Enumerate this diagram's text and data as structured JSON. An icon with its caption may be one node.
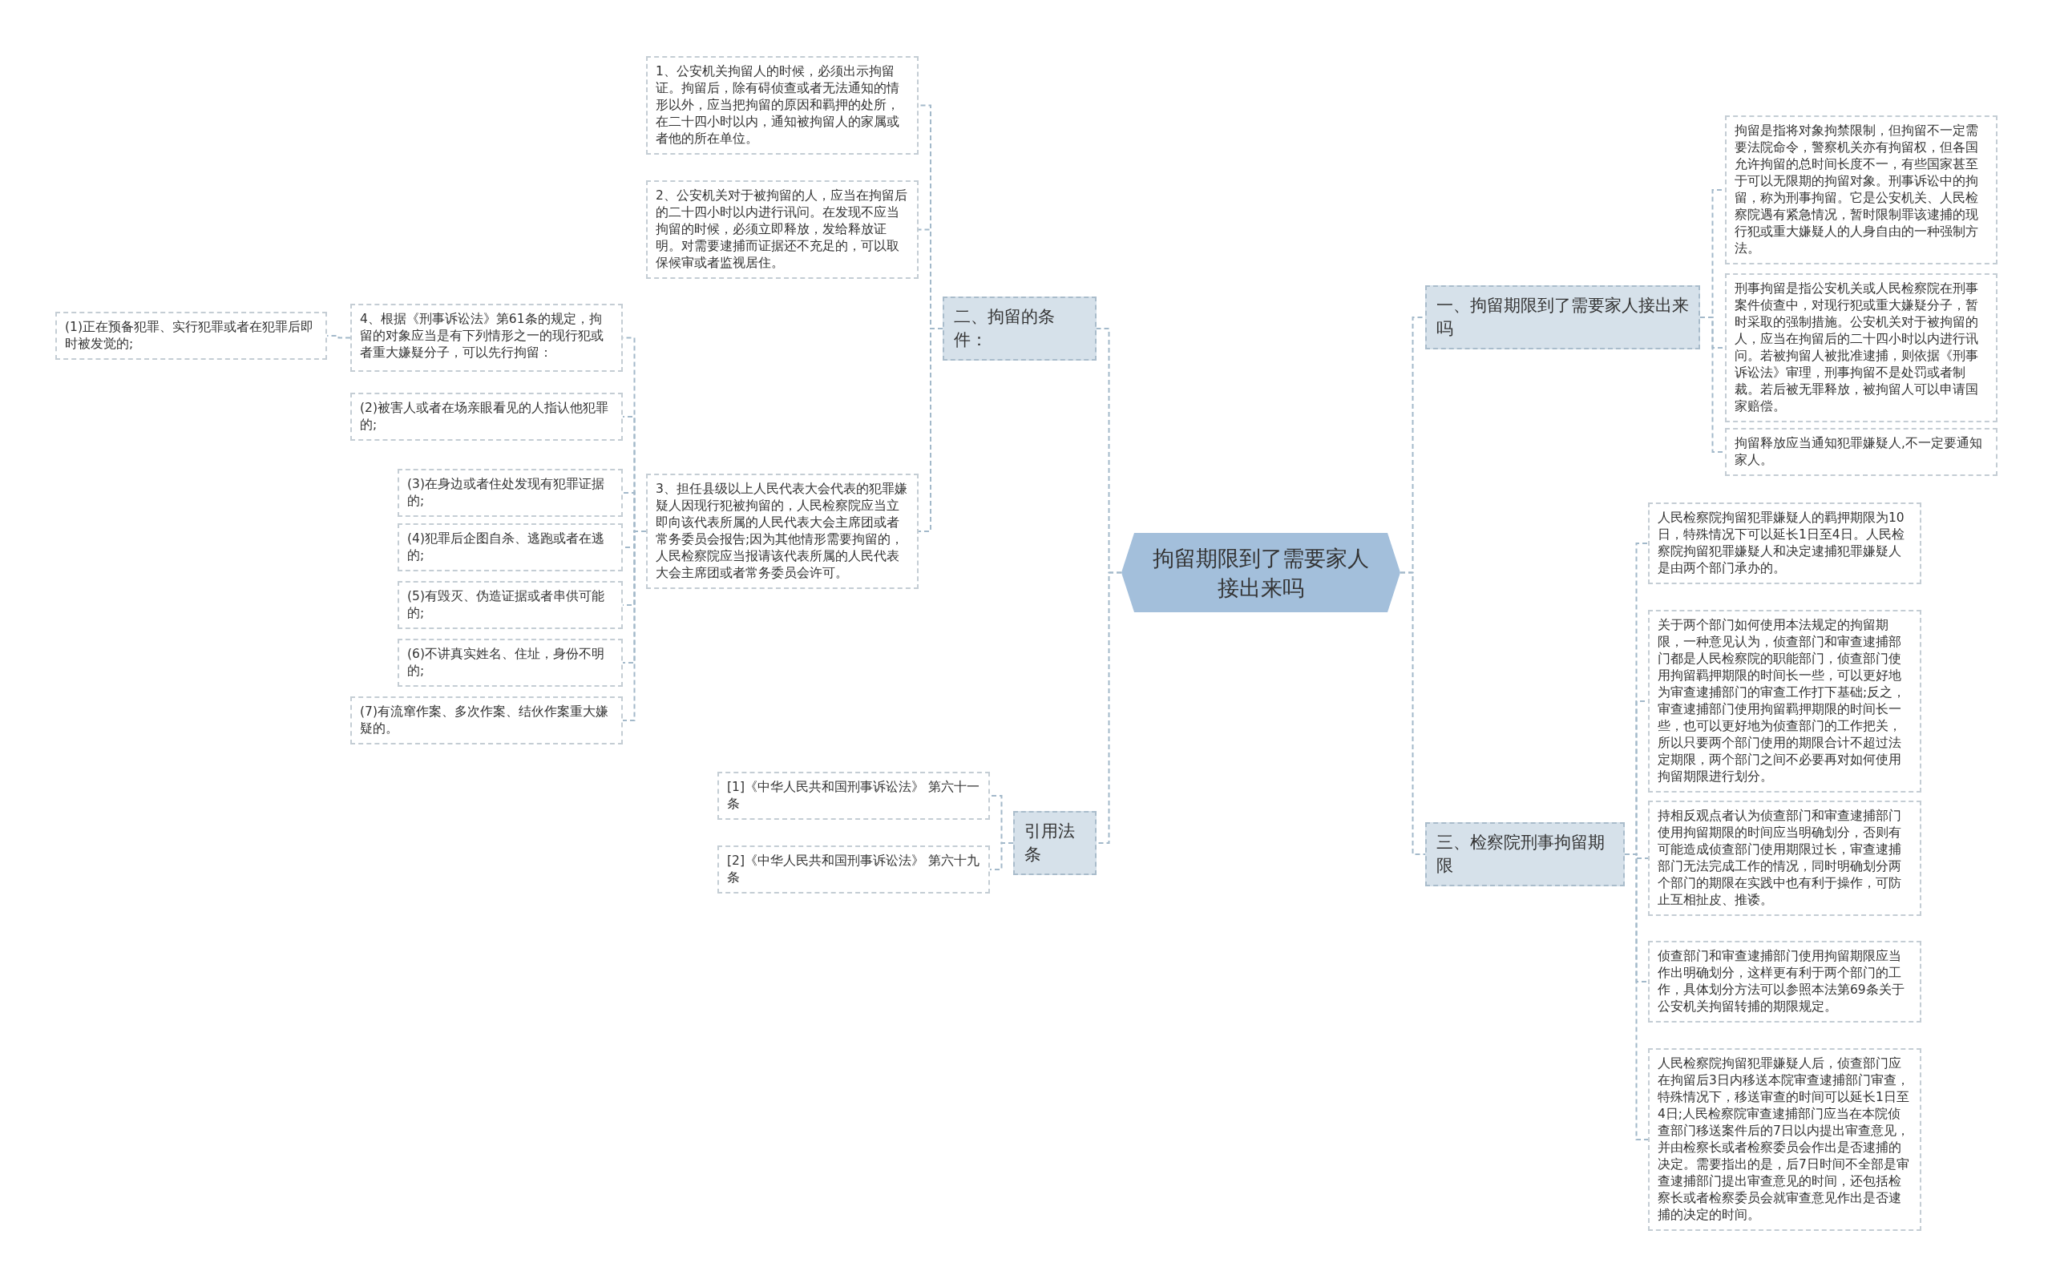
{
  "diagram": {
    "nodes": [
      {
        "text": [
          "拘留期限到了需要家人接出来吗"
        ]
      },
      {
        "text": [
          "二、拘留的条件："
        ]
      },
      {
        "text": [
          "1、公安机关拘留人的时候，必须出示拘留证。拘留后，除有碍侦查或者无法通知的情形以外，应当把拘留的原因和羁押的处所，在二十四小时以内，通知被拘留人的家属或者他的所在单位。"
        ]
      },
      {
        "text": [
          "2、公安机关对于被拘留的人，应当在拘留后的二十四小时以内进行讯问。在发现不应当拘留的时候，必须立即释放，发给释放证明。对需要逮捕而证据还不充足的，可以取保候审或者监视居住。"
        ]
      },
      {
        "text": [
          "4、根据《刑事诉讼法》第61条的规定，拘留的对象应当是有下列情形之一的现行犯或者重大嫌疑分子，可以先行拘留："
        ]
      },
      {
        "text": [
          "(1)正在预备犯罪、实行犯罪或者在犯罪后即时被发觉的;"
        ]
      },
      {
        "text": [
          "(2)被害人或者在场亲眼看见的人指认他犯罪的;"
        ]
      },
      {
        "text": [
          "(3)在身边或者住处发现有犯罪证据的;"
        ]
      },
      {
        "text": [
          "(4)犯罪后企图自杀、逃跑或者在逃的;"
        ]
      },
      {
        "text": [
          "(5)有毁灭、伪造证据或者串供可能的;"
        ]
      },
      {
        "text": [
          "(6)不讲真实姓名、住址，身份不明的;"
        ]
      },
      {
        "text": [
          "(7)有流窜作案、多次作案、结伙作案重大嫌疑的。"
        ]
      },
      {
        "text": [
          "3、担任县级以上人民代表大会代表的犯罪嫌疑人因现行犯被拘留的，人民检察院应当立即向该代表所属的人民代表大会主席团或者常务委员会报告;因为其他情形需要拘留的，人民检察院应当报请该代表所属的人民代表大会主席团或者常务委员会许可。"
        ]
      },
      {
        "text": [
          "引用法条"
        ]
      },
      {
        "text": [
          "[1]《中华人民共和国刑事诉讼法》 第六十一条"
        ]
      },
      {
        "text": [
          "[2]《中华人民共和国刑事诉讼法》 第六十九条"
        ]
      },
      {
        "text": [
          "一、拘留期限到了需要家人接出来吗"
        ]
      },
      {
        "text": [
          "拘留是指将对象拘禁限制，但拘留不一定需要法院命令，警察机关亦有拘留权，但各国允许拘留的总时间长度不一，有些国家甚至于可以无限期的拘留对象。刑事诉讼中的拘留，称为刑事拘留。它是公安机关、人民检察院遇有紧急情况，暂时限制罪该逮捕的现行犯或重大嫌疑人的人身自由的一种强制方法。"
        ]
      },
      {
        "text": [
          "刑事拘留是指公安机关或人民检察院在刑事案件侦查中，对现行犯或重大嫌疑分子，暂时采取的强制措施。公安机关对于被拘留的人，应当在拘留后的二十四小时以内进行讯问。若被拘留人被批准逮捕，则依据《刑事诉讼法》审理，刑事拘留不是处罚或者制裁。若后被无罪释放，被拘留人可以申请国家赔偿。"
        ]
      },
      {
        "text": [
          "拘留释放应当通知犯罪嫌疑人,不一定要通知家人。"
        ]
      },
      {
        "text": [
          "三、检察院刑事拘留期限"
        ]
      },
      {
        "text": [
          "人民检察院拘留犯罪嫌疑人的羁押期限为10日，特殊情况下可以延长1日至4日。人民检察院拘留犯罪嫌疑人和决定逮捕犯罪嫌疑人是由两个部门承办的。"
        ]
      },
      {
        "text": [
          "关于两个部门如何使用本法规定的拘留期限，一种意见认为，侦查部门和审查逮捕部门都是人民检察院的职能部门，侦查部门使用拘留羁押期限的时间长一些，可以更好地为审查逮捕部门的审查工作打下基础;反之，审查逮捕部门使用拘留羁押期限的时间长一些，也可以更好地为侦查部门的工作把关，所以只要两个部门使用的期限合计不超过法定期限，两个部门之间不必要再对如何使用拘留期限进行划分。"
        ]
      },
      {
        "text": [
          "持相反观点者认为侦查部门和审查逮捕部门使用拘留期限的时间应当明确划分，否则有可能造成侦查部门使用期限过长，审查逮捕部门无法完成工作的情况，同时明确划分两个部门的期限在实践中也有利于操作，可防止互相扯皮、推诿。"
        ]
      },
      {
        "text": [
          "侦查部门和审查逮捕部门使用拘留期限应当作出明确划分，这样更有利于两个部门的工作，具体划分方法可以参照本法第69条关于公安机关拘留转捕的期限规定。"
        ]
      },
      {
        "text": [
          "人民检察院拘留犯罪嫌疑人后，侦查部门应在拘留后3日内移送本院审查逮捕部门审查，特殊情况下，移送审查的时间可以延长1日至4日;人民检察院审查逮捕部门应当在本院侦查部门移送案件后的7日以内提出审查意见，并由检察长或者检察委员会作出是否逮捕的决定。需要指出的是，后7日时间不全部是审查逮捕部门提出审查意见的时间，还包括检察长或者检察委员会就审查意见作出是否逮捕的决定的时间。"
        ]
      }
    ],
    "edges": [
      {
        "from": 0,
        "to": 1,
        "arrow": "none"
      },
      {
        "from": 1,
        "to": 2,
        "arrow": "none"
      },
      {
        "from": 1,
        "to": 3,
        "arrow": "none"
      },
      {
        "from": 4,
        "to": 5,
        "arrow": "none"
      },
      {
        "from": 12,
        "to": 4,
        "arrow": "none"
      },
      {
        "from": 12,
        "to": 6,
        "arrow": "none"
      },
      {
        "from": 12,
        "to": 7,
        "arrow": "none"
      },
      {
        "from": 12,
        "to": 8,
        "arrow": "none"
      },
      {
        "from": 12,
        "to": 9,
        "arrow": "none"
      },
      {
        "from": 12,
        "to": 10,
        "arrow": "none"
      },
      {
        "from": 12,
        "to": 11,
        "arrow": "none"
      },
      {
        "from": 1,
        "to": 12,
        "arrow": "none"
      },
      {
        "from": 0,
        "to": 13,
        "arrow": "none"
      },
      {
        "from": 13,
        "to": 14,
        "arrow": "none"
      },
      {
        "from": 13,
        "to": 15,
        "arrow": "none"
      },
      {
        "from": 0,
        "to": 16,
        "arrow": "none"
      },
      {
        "from": 16,
        "to": 17,
        "arrow": "none"
      },
      {
        "from": 16,
        "to": 18,
        "arrow": "none"
      },
      {
        "from": 16,
        "to": 19,
        "arrow": "none"
      },
      {
        "from": 0,
        "to": 20,
        "arrow": "none"
      },
      {
        "from": 20,
        "to": 21,
        "arrow": "none"
      },
      {
        "from": 20,
        "to": 22,
        "arrow": "none"
      },
      {
        "from": 20,
        "to": 23,
        "arrow": "none"
      },
      {
        "from": 20,
        "to": 24,
        "arrow": "none"
      },
      {
        "from": 20,
        "to": 25,
        "arrow": "none"
      }
    ]
  }
}
